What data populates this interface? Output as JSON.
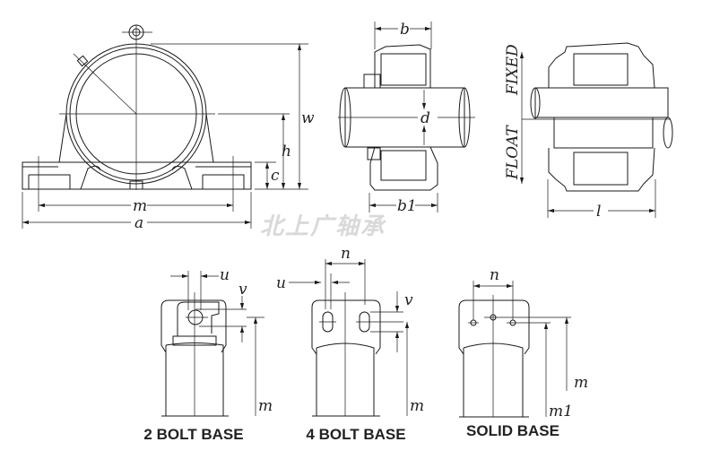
{
  "watermark": "北上广轴承",
  "front_view": {
    "labels": {
      "w": "w",
      "h": "h",
      "c": "c",
      "m": "m",
      "a": "a"
    }
  },
  "side_view": {
    "labels": {
      "b": "b",
      "d": "d",
      "b1": "b1"
    }
  },
  "section_view": {
    "float_label": "FLOAT",
    "fixed_label": "FIXED",
    "labels": {
      "l": "l"
    }
  },
  "bases": [
    {
      "caption": "2 BOLT BASE",
      "labels": {
        "u": "u",
        "v": "v",
        "m": "m"
      }
    },
    {
      "caption": "4 BOLT BASE",
      "labels": {
        "n": "n",
        "u": "u",
        "v": "v",
        "m": "m"
      }
    },
    {
      "caption": "SOLID BASE",
      "labels": {
        "n": "n",
        "m": "m",
        "m1": "m1"
      }
    }
  ]
}
